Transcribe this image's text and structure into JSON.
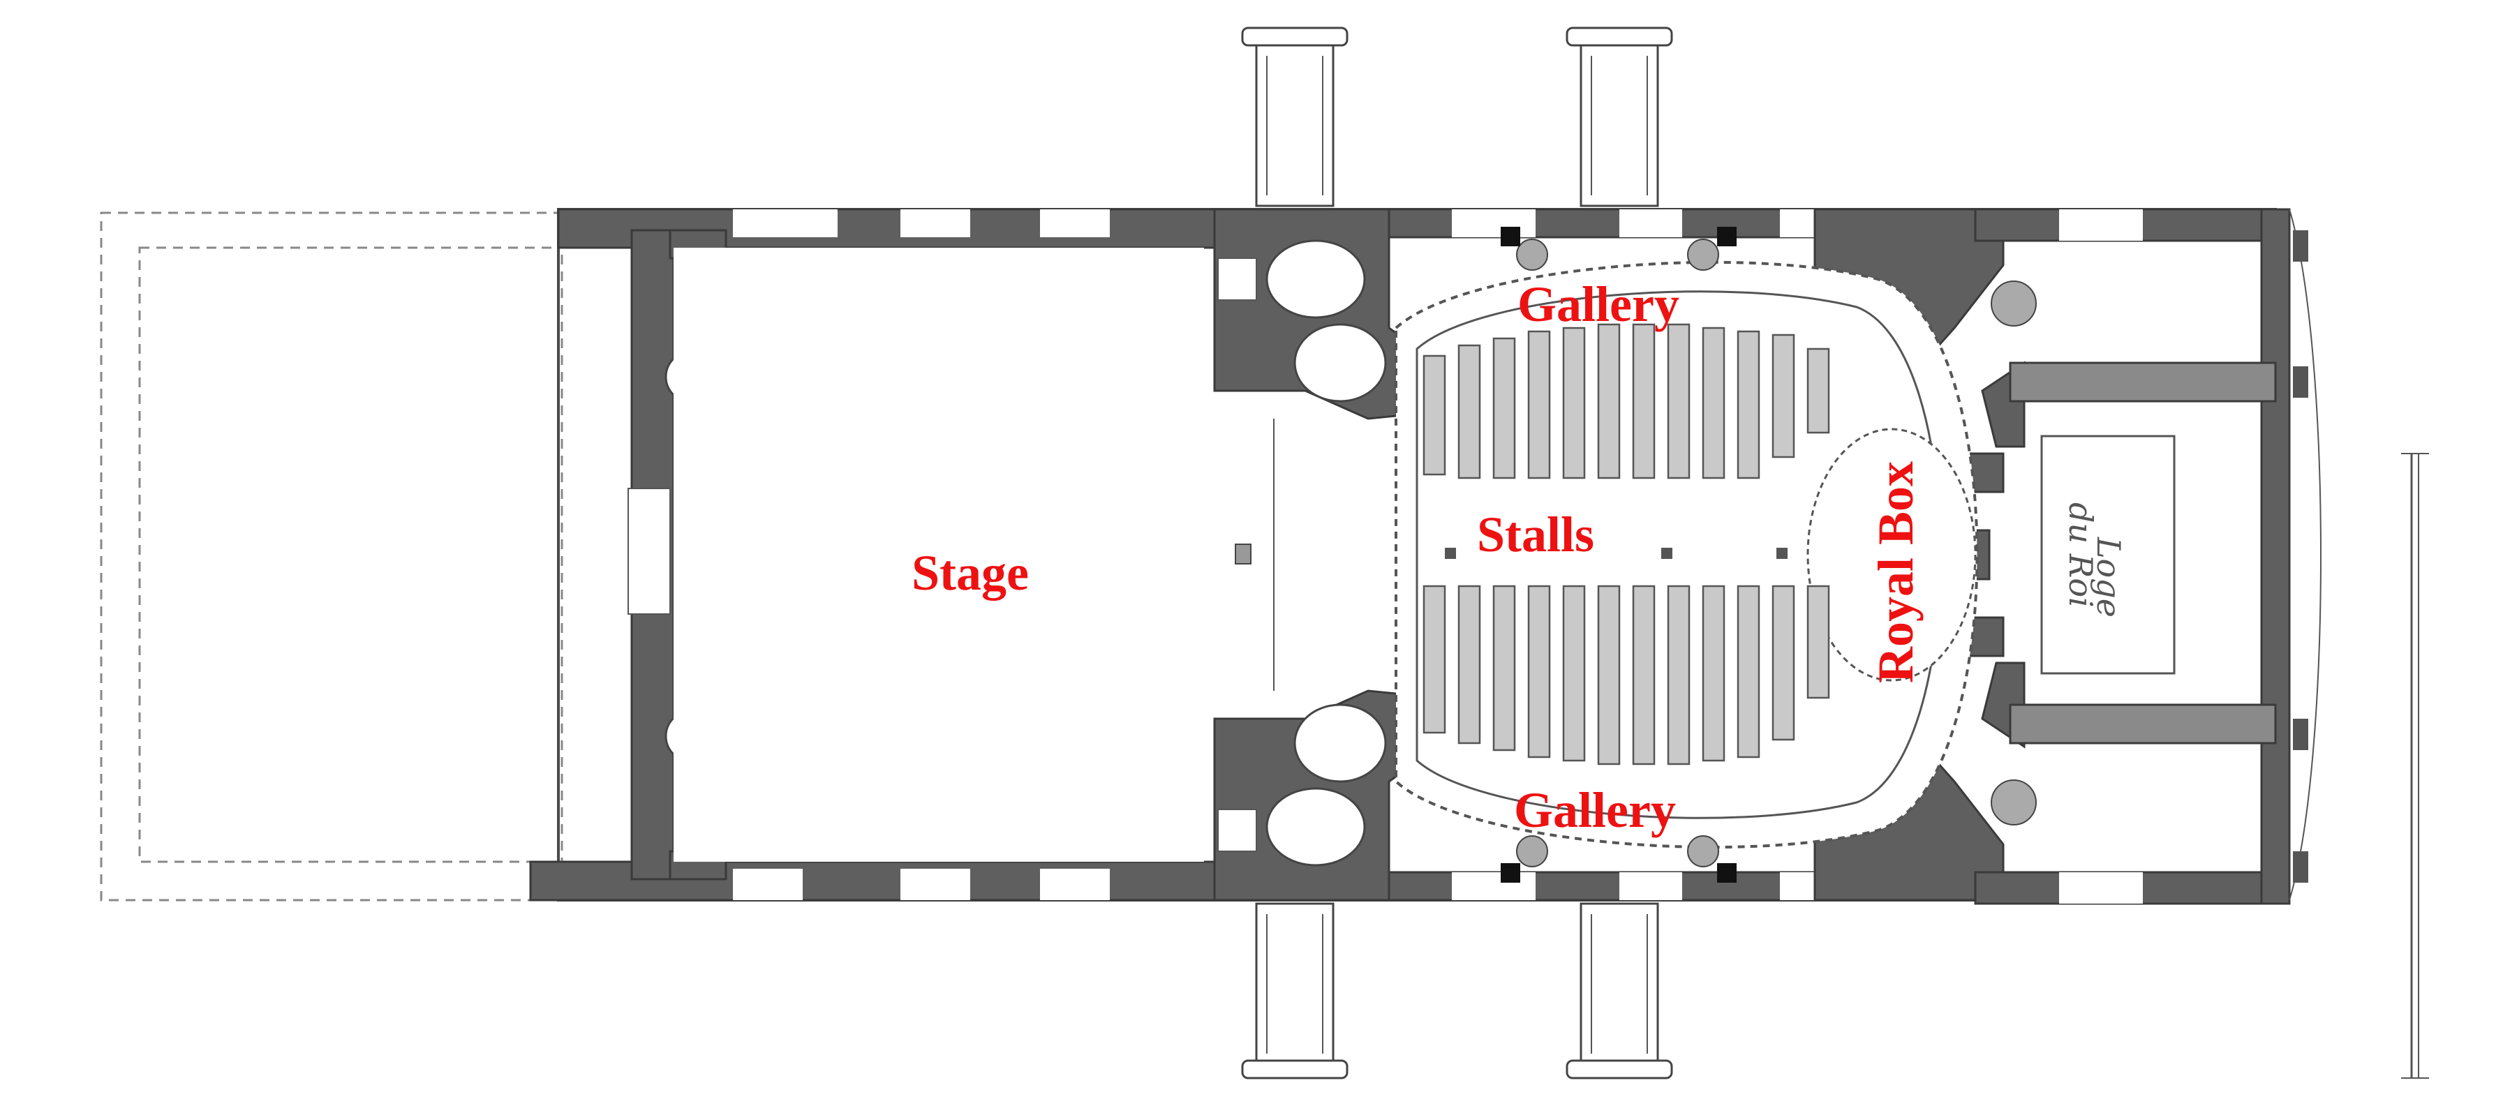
{
  "diagram": {
    "labels": {
      "stage": "Stage",
      "stalls": "Stalls",
      "gallery_top": "Gallery",
      "gallery_bottom": "Gallery",
      "royal_box": "Royal Box"
    },
    "colors": {
      "label": "#ee1111",
      "wall": "#5f5f5f",
      "seat": "#c9c9c9"
    }
  }
}
